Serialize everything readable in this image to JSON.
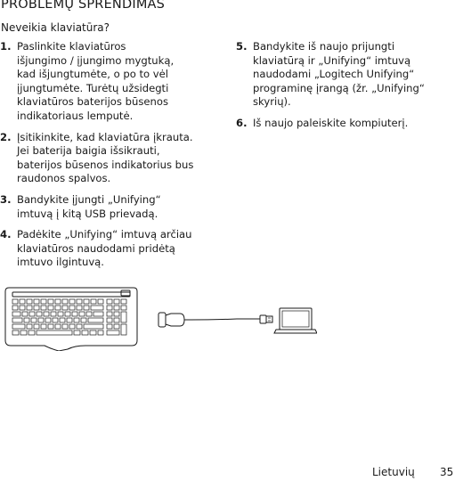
{
  "title": "PROBLEMŲ SPRENDIMAS",
  "subtitle": "Neveikia klaviatūra?",
  "steps_left": [
    {
      "num": "1.",
      "lines": [
        "Paslinkite klaviatūros",
        "išjungimo / įjungimo mygtuką,",
        "kad išjungtumėte, o po to vėl",
        "įjungtumėte. Turėtų užsidegti",
        "klaviatūros baterijos būsenos",
        "indikatoriaus lemputė."
      ]
    },
    {
      "num": "2.",
      "lines": [
        "Įsitikinkite, kad klaviatūra įkrauta.",
        "Jei baterija baigia išsikrauti,",
        "baterijos būsenos indikatorius bus",
        "raudonos spalvos."
      ]
    },
    {
      "num": "3.",
      "lines": [
        "Bandykite įjungti „Unifying“",
        "imtuvą į kitą USB prievadą."
      ]
    },
    {
      "num": "4.",
      "lines": [
        "Padėkite „Unifying“ imtuvą arčiau",
        "klaviatūros naudodami pridėtą",
        "imtuvo ilgintuvą."
      ]
    }
  ],
  "steps_right": [
    {
      "num": "5.",
      "lines": [
        "Bandykite iš naujo prijungti",
        "klaviatūrą ir „Unifying“ imtuvą",
        "naudodami „Logitech Unifying“",
        "programinę įrangą (žr. „Unifying“",
        "skyrių)."
      ]
    },
    {
      "num": "6.",
      "lines": [
        "Iš naujo paleiskite kompiuterį."
      ]
    }
  ],
  "footer": {
    "language": "Lietuvių",
    "page_number": "35"
  }
}
